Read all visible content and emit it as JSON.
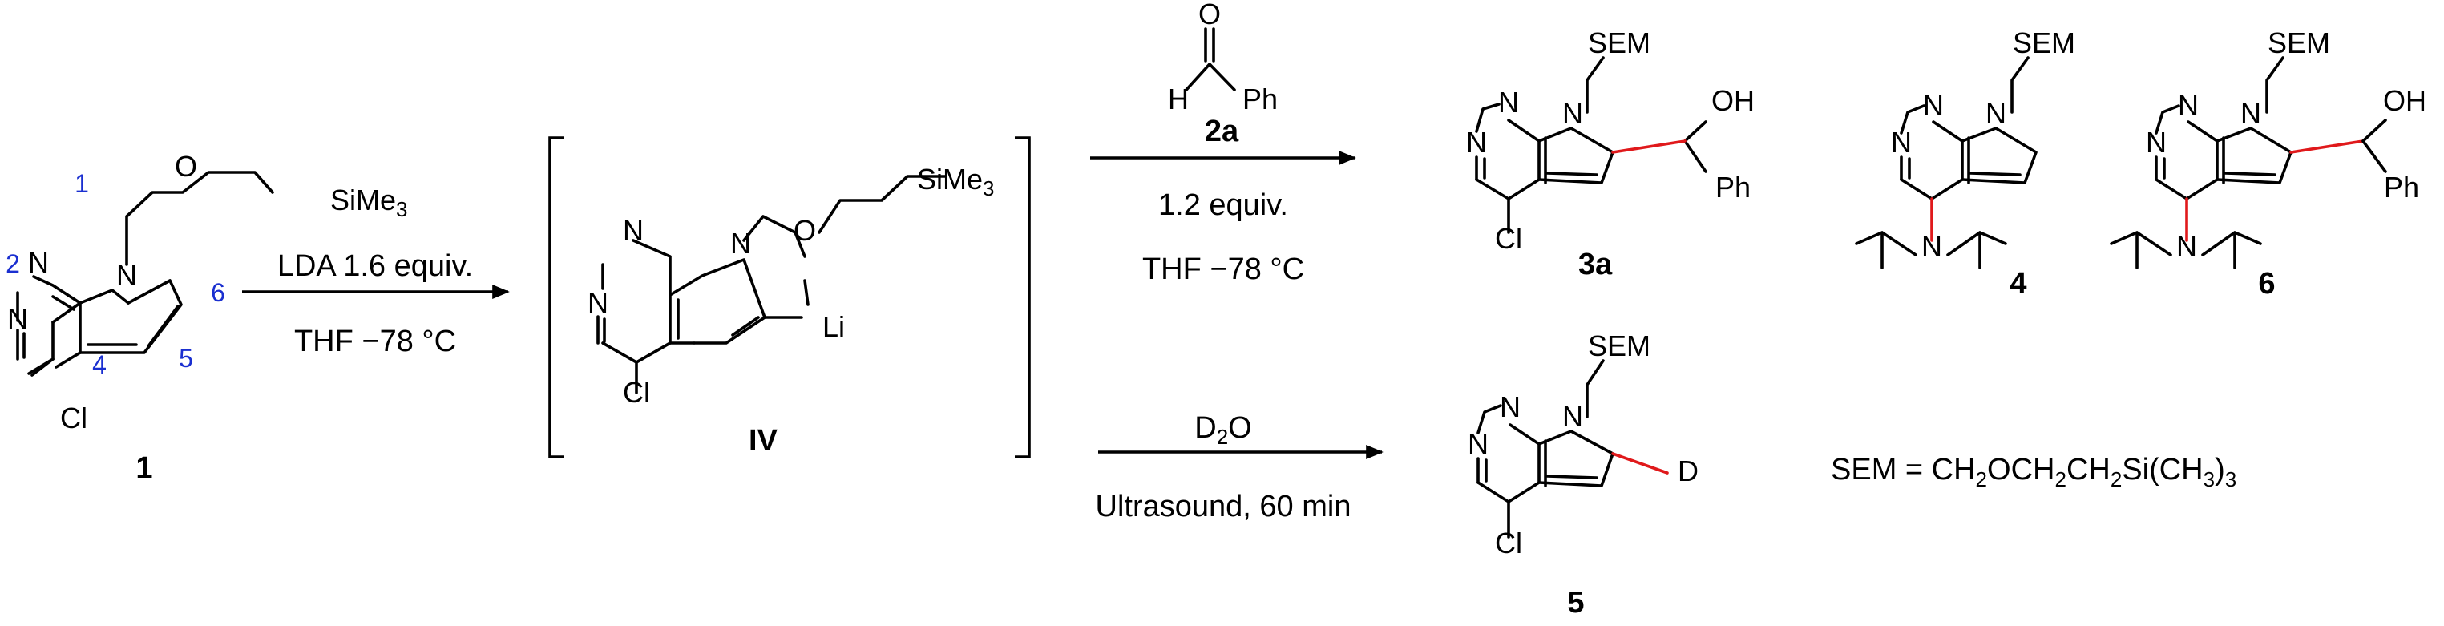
{
  "colors": {
    "ring_numbering": "#1a2fd0",
    "new_bond": "#e0191b"
  },
  "compound_1": {
    "number": "1",
    "substituent": "SiMe",
    "substituent_sub": "3",
    "N1": "N",
    "N3": "N",
    "N7": "N",
    "O": "O",
    "Cl": "Cl",
    "pos1": "1",
    "pos2": "2",
    "pos4": "4",
    "pos5": "5",
    "pos6": "6"
  },
  "step1": {
    "reagent": "LDA 1.6 equiv.",
    "conditions": "THF −78 °C"
  },
  "intermediate": {
    "label": "IV",
    "substituent": "SiMe",
    "substituent_sub": "3",
    "N1": "N",
    "N3": "N",
    "N7": "N",
    "O": "O",
    "Li": "Li",
    "Cl": "Cl"
  },
  "upper_arrow": {
    "reagent_label": "2a",
    "H": "H",
    "O": "O",
    "Ph": "Ph",
    "equiv": "1.2 equiv.",
    "conditions": "THF −78 °C"
  },
  "lower_arrow": {
    "reagent": "D",
    "reagent_sub": "2",
    "reagent_tail": "O",
    "conditions": "Ultrasound, 60 min"
  },
  "product_3a": {
    "number": "3a",
    "SEM": "SEM",
    "OH": "OH",
    "Ph": "Ph",
    "N1": "N",
    "N3": "N",
    "N7": "N",
    "Cl": "Cl"
  },
  "product_4": {
    "number": "4",
    "SEM": "SEM",
    "N1": "N",
    "N3": "N",
    "N7": "N",
    "NiPr": "N"
  },
  "product_6": {
    "number": "6",
    "SEM": "SEM",
    "OH": "OH",
    "Ph": "Ph",
    "N1": "N",
    "N3": "N",
    "N7": "N",
    "NiPr": "N"
  },
  "product_5": {
    "number": "5",
    "SEM": "SEM",
    "D": "D",
    "N1": "N",
    "N3": "N",
    "N7": "N",
    "Cl": "Cl"
  },
  "sem_definition": {
    "p1": "SEM = CH",
    "s1": "2",
    "p2": "OCH",
    "s2": "2",
    "p3": "CH",
    "s3": "2",
    "p4": "Si(CH",
    "s4": "3",
    "p5": ")",
    "s5": "3"
  }
}
